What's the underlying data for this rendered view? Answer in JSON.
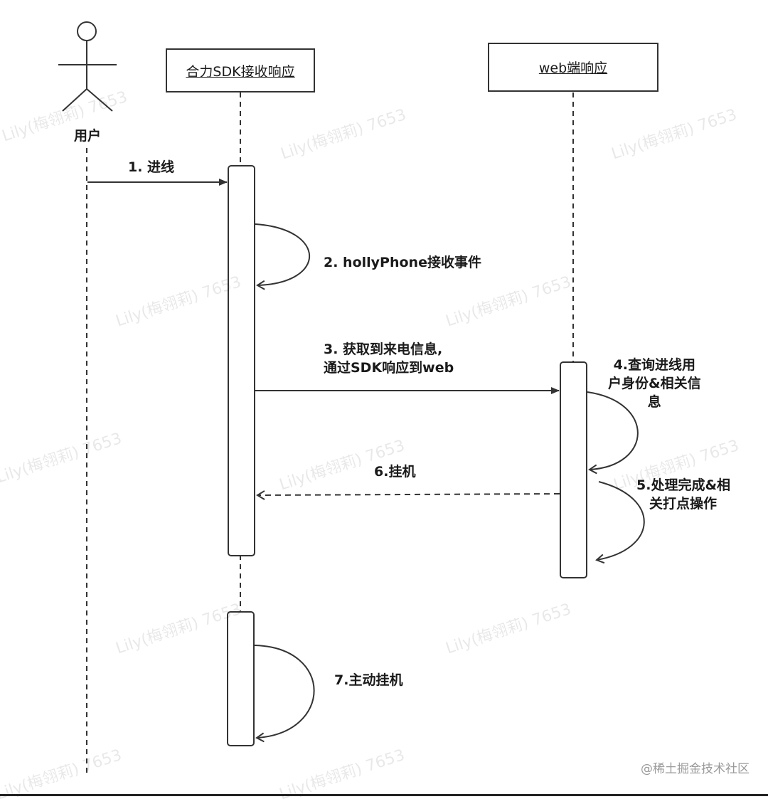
{
  "actor": {
    "label": "用户"
  },
  "participants": [
    {
      "id": "sdk",
      "label": "合力SDK接收响应"
    },
    {
      "id": "web",
      "label": "web端响应"
    }
  ],
  "messages": [
    {
      "id": "m1",
      "lines": [
        "1. 进线"
      ],
      "style": "solid"
    },
    {
      "id": "m2",
      "lines": [
        "2. hollyPhone接收事件"
      ],
      "style": "self"
    },
    {
      "id": "m3",
      "lines": [
        "3. 获取到来电信息,",
        "通过SDK响应到web"
      ],
      "style": "solid"
    },
    {
      "id": "m4",
      "lines": [
        "4.查询进线用",
        "户身份&相关信",
        "息"
      ],
      "style": "self"
    },
    {
      "id": "m5",
      "lines": [
        "5.处理完成&相",
        "关打点操作"
      ],
      "style": "self"
    },
    {
      "id": "m6",
      "lines": [
        "6.挂机"
      ],
      "style": "dashed"
    },
    {
      "id": "m7",
      "lines": [
        "7.主动挂机"
      ],
      "style": "self"
    }
  ],
  "watermark": {
    "text": "Lily(梅翎莉) 7653"
  },
  "attribution": {
    "text": "@稀土掘金技术社区"
  }
}
